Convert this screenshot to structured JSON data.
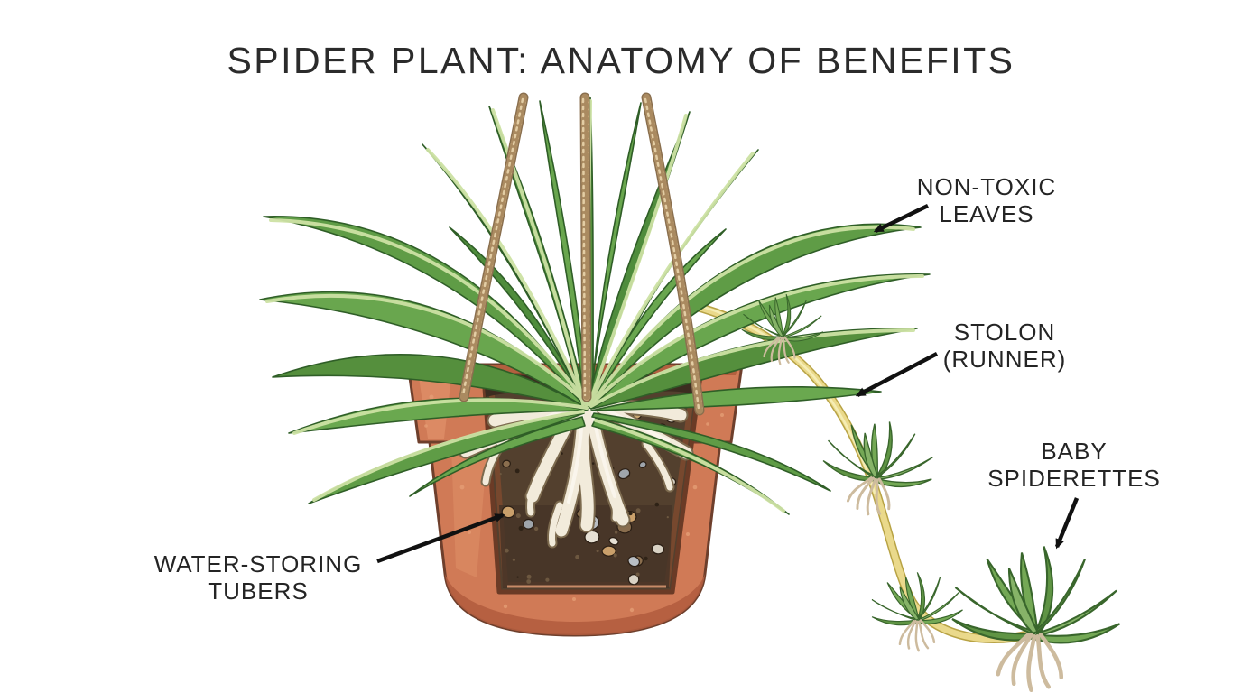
{
  "title": "SPIDER PLANT: ANATOMY OF BENEFITS",
  "labels": {
    "non_toxic_leaves": "NON-TOXIC LEAVES",
    "stolon_runner": "STOLON (RUNNER)",
    "baby_spiderettes": "BABY SPIDERETTES",
    "water_storing_tubers": "WATER-STORING TUBERS"
  },
  "illustration_parts": [
    "hanging-ropes",
    "terracotta-pot",
    "soil-cross-section",
    "water-storing-tubers",
    "spider-plant-leaves",
    "stolon-runner",
    "baby-spiderettes"
  ],
  "colors": {
    "text_dark": "#2b2b2b",
    "background": "#ffffff",
    "leaf_green": "#69a64e",
    "leaf_stripe": "#cde2a4",
    "pot_terracotta": "#d07a56",
    "soil_brown": "#53402e",
    "tuber_cream": "#f2ebdb",
    "stolon_yellow": "#ead98b",
    "rope_tan": "#c9aa7c",
    "arrow_black": "#111111"
  }
}
